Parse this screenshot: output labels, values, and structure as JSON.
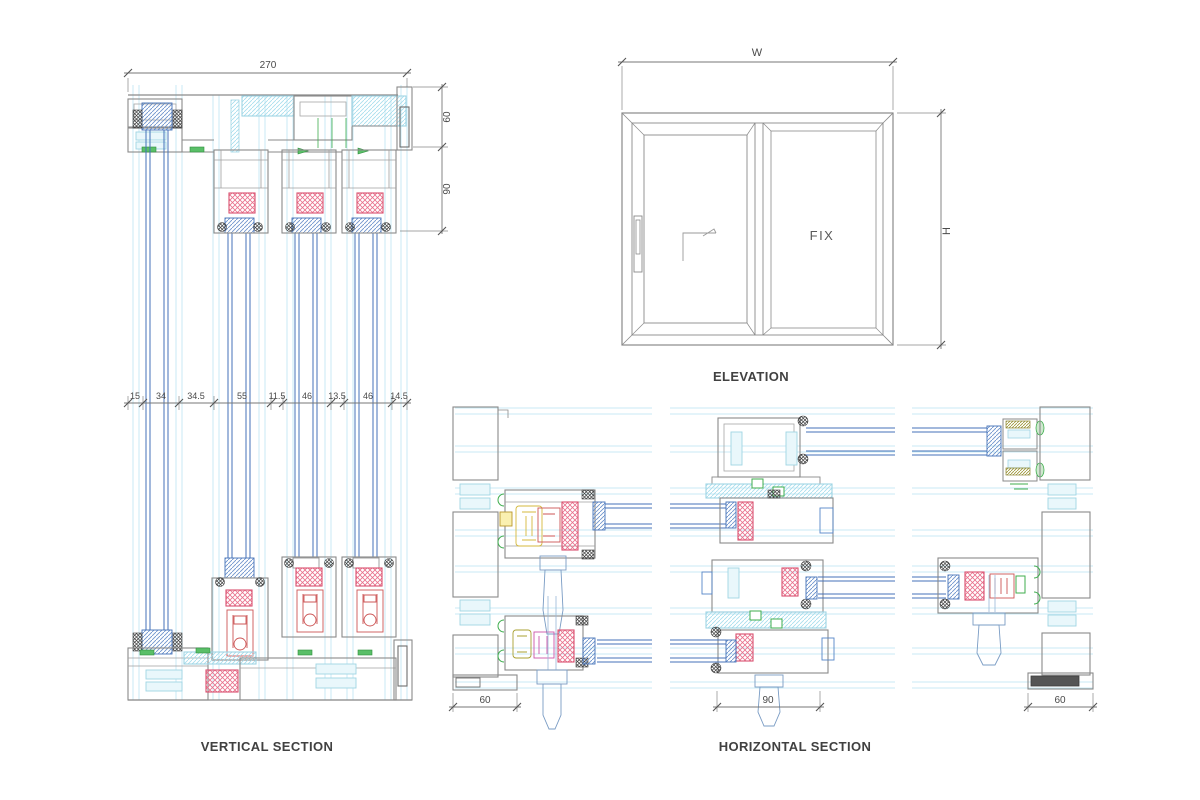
{
  "captions": {
    "vertical_section": "VERTICAL SECTION",
    "elevation": "ELEVATION",
    "horizontal_section": "HORIZONTAL SECTION"
  },
  "vertical_section": {
    "overall_width": "270",
    "head_height": "60",
    "sash_height": "90",
    "dim_chain": [
      "15",
      "34",
      "34.5",
      "55",
      "11.5",
      "46",
      "13.5",
      "46",
      "14.5"
    ]
  },
  "elevation": {
    "width_label": "W",
    "height_label": "H",
    "fixed_label": "FIX"
  },
  "horizontal_section": {
    "left_jamb_depth": "60",
    "interlock_width": "90",
    "right_jamb_depth": "60"
  },
  "colors": {
    "frame_gray": "#8a8a8a",
    "detail_gray": "#a6a6a6",
    "glass_blue": "#4472b8",
    "pale_cyan": "#c9eaf4",
    "cyan_outline": "#9fd4e4",
    "cyan_fill": "#e9f7fb",
    "thermal_break_pink": "#e8718c",
    "gasket_green": "#3fae4e",
    "hardware_yellow": "#d4b93c",
    "roller_red": "#cc5555",
    "seal_black": "#3c3c3c",
    "dim_line": "#777777",
    "dim_text": "#4a4a4a",
    "caption_text": "#414141"
  }
}
